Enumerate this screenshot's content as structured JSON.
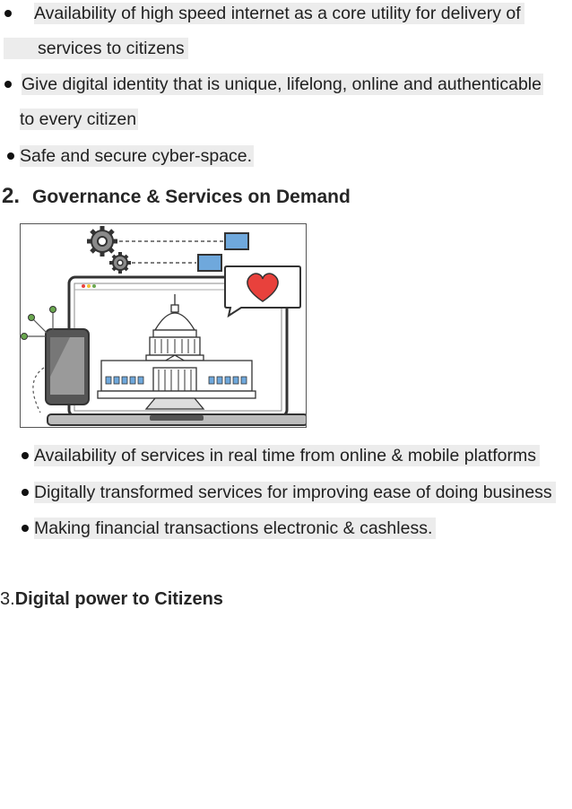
{
  "section1": {
    "bullets": [
      {
        "line1": "Availability of high speed internet as a core utility for delivery of",
        "line2": "services to citizens"
      },
      {
        "line1": " Give digital identity that is unique, lifelong, online and authenticable",
        "line2": "to every citizen"
      },
      {
        "line1": "Safe and secure cyber-space."
      }
    ]
  },
  "section2": {
    "number": "2.",
    "title": "Governance & Services on Demand",
    "bullets": [
      "Availability of services in real time from online & mobile platforms",
      "Digitally transformed services for improving ease of doing business",
      "Making financial transactions electronic & cashless."
    ]
  },
  "section3": {
    "number": "3",
    "separator": ".",
    "title": "Digital power to Citizens"
  },
  "colors": {
    "text": "#1f1f1f",
    "highlight": "#ececec",
    "heart": "#e8413c",
    "screen_icon": "#6fa8dc"
  }
}
